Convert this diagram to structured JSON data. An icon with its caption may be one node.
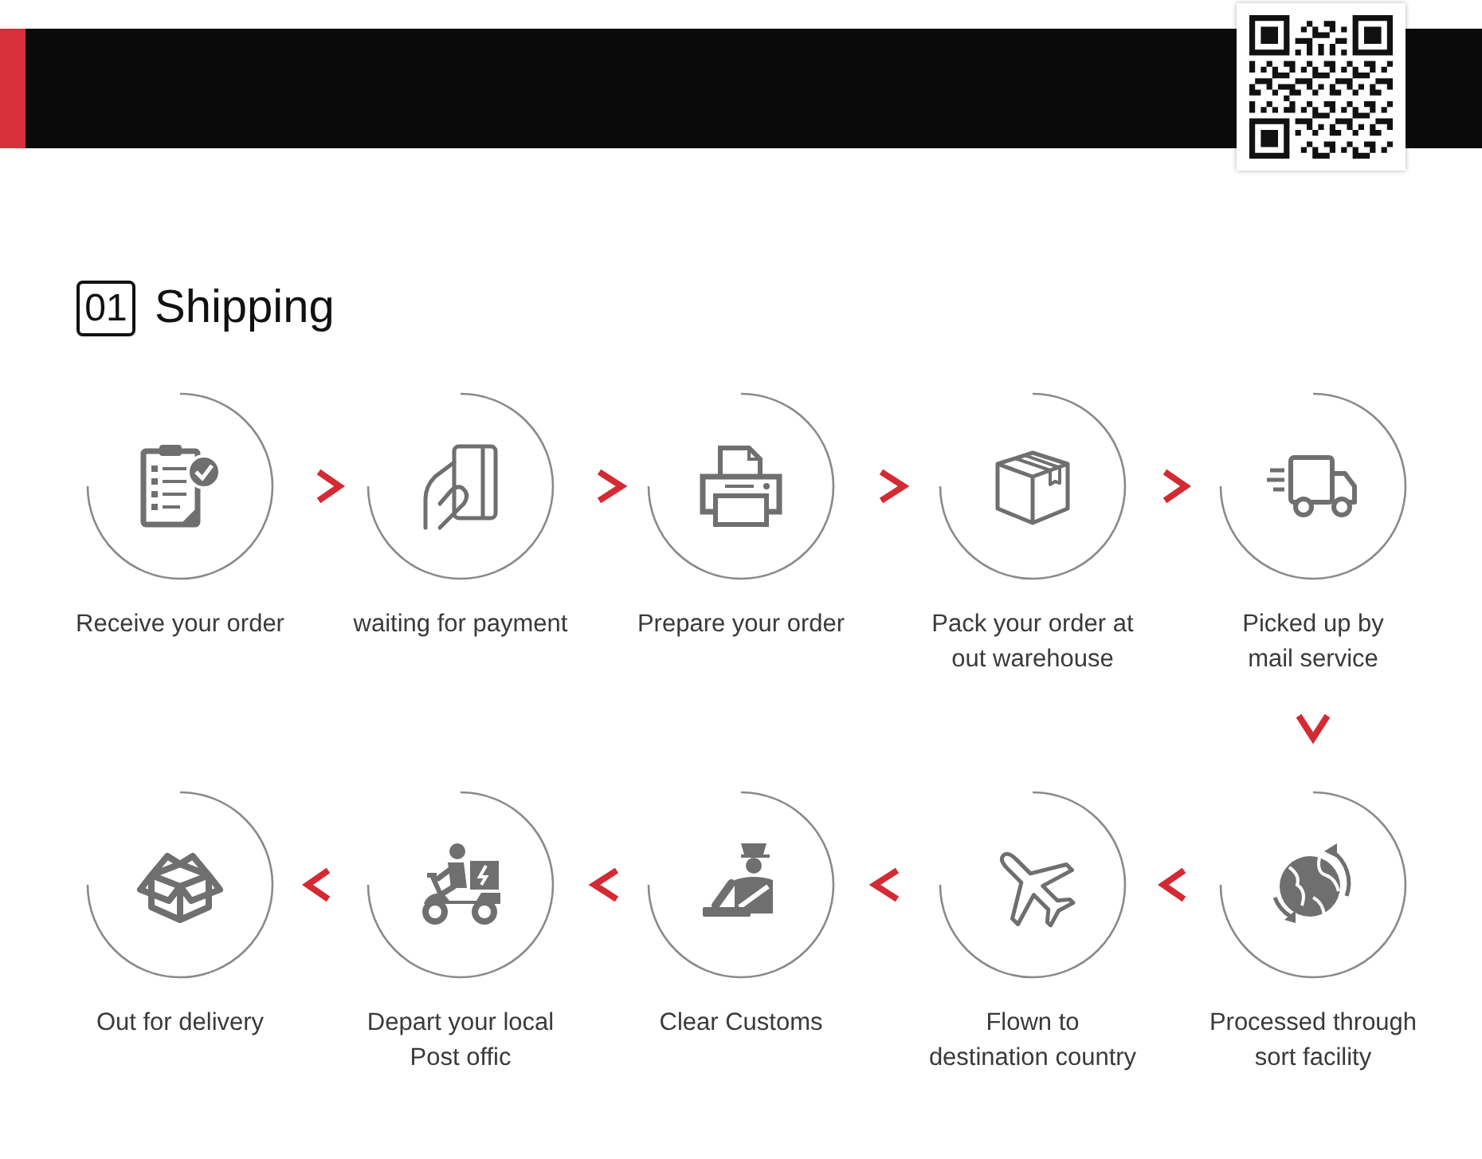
{
  "diagram": {
    "title": "Shipping",
    "labels": [
      "01"
    ],
    "nodes": [
      {
        "text": [
          "Receive your order"
        ]
      },
      {
        "text": [
          "waiting for payment"
        ]
      },
      {
        "text": [
          "Prepare your order"
        ]
      },
      {
        "text": [
          "Pack your order at out warehouse"
        ]
      },
      {
        "text": [
          "Picked up by mail service"
        ]
      },
      {
        "text": [
          "Processed through sort facility"
        ]
      },
      {
        "text": [
          "Flown to destination country"
        ]
      },
      {
        "text": [
          "Clear Customs"
        ]
      },
      {
        "text": [
          "Depart your local Post offic"
        ]
      },
      {
        "text": [
          "Out for delivery"
        ]
      }
    ],
    "edges": [
      {
        "from": 0,
        "to": 1,
        "arrow": "to"
      },
      {
        "from": 1,
        "to": 2,
        "arrow": "to"
      },
      {
        "from": 2,
        "to": 3,
        "arrow": "to"
      },
      {
        "from": 3,
        "to": 4,
        "arrow": "to"
      },
      {
        "from": 4,
        "to": 5,
        "arrow": "to"
      },
      {
        "from": 5,
        "to": 6,
        "arrow": "to"
      },
      {
        "from": 6,
        "to": 7,
        "arrow": "to"
      },
      {
        "from": 7,
        "to": 8,
        "arrow": "to"
      },
      {
        "from": 8,
        "to": 9,
        "arrow": "to"
      }
    ]
  }
}
